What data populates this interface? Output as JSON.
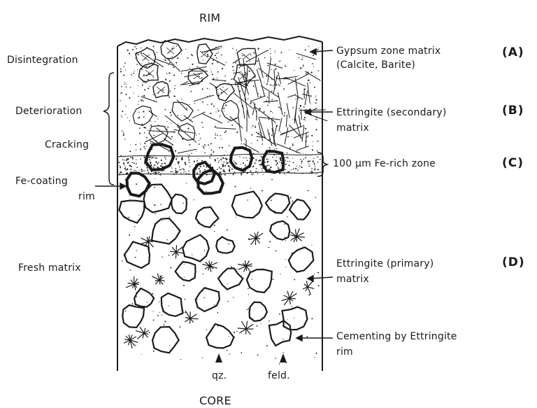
{
  "title_top": "RIM",
  "title_bottom": "CORE",
  "left_labels": {
    "disintegration": "Disintegration",
    "deterioration": "Deterioration",
    "cracking": "Cracking",
    "fe_coating": "Fe-coating",
    "fe_coating_2": "rim",
    "fresh_matrix": "Fresh matrix"
  },
  "right_labels": {
    "gypsum_1": "Gypsum zone matrix",
    "gypsum_2": "(Calcite, Barite)",
    "ettringite_sec_1": "Ettringite (secondary)",
    "ettringite_sec_2": "matrix",
    "fe_rich": "100 μm Fe-rich zone",
    "ettringite_pri_1": "Ettringite (primary)",
    "ettringite_pri_2": "matrix",
    "cementing_1": "Cementing by Ettringite",
    "cementing_2": "rim"
  },
  "zones": {
    "a": "(A)",
    "b": "(B)",
    "c": "(C)",
    "d": "(D)"
  },
  "bottom_labels": {
    "qz": "qz.",
    "feld": "feld."
  },
  "colors": {
    "ink": "#1a1a1a",
    "background": "#ffffff"
  }
}
